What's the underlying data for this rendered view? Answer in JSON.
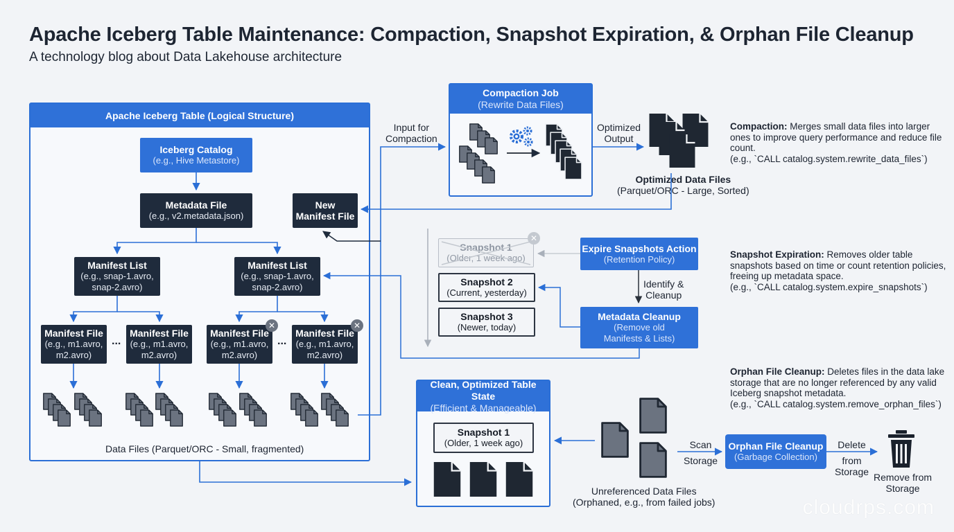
{
  "header": {
    "title": "Apache Iceberg Table Maintenance: Compaction, Snapshot Expiration, & Orphan File Cleanup",
    "subtitle": "A technology blog about Data Lakehouse architecture"
  },
  "logical_panel": {
    "title": "Apache Iceberg Table (Logical Structure)",
    "catalog": {
      "title": "Iceberg Catalog",
      "detail": "(e.g., Hive Metastore)"
    },
    "metadata_file": {
      "title": "Metadata File",
      "detail": "(e.g., v2.metadata.json)"
    },
    "new_manifest": {
      "line1": "New",
      "line2": "Manifest File"
    },
    "manifest_lists": [
      {
        "title": "Manifest List",
        "detail1": "(e.g., snap-1.avro,",
        "detail2": "snap-2.avro)"
      },
      {
        "title": "Manifest List",
        "detail1": "(e.g., snap-1.avro,",
        "detail2": "snap-2.avro)"
      }
    ],
    "manifest_files": [
      {
        "title": "Manifest File",
        "detail1": "(e.g., m1.avro,",
        "detail2": "m2.avro)"
      },
      {
        "title": "Manifest File",
        "detail1": "(e.g., m1.avro,",
        "detail2": "m2.avro)"
      },
      {
        "title": "Manifest File",
        "detail1": "(e.g., m1.avro,",
        "detail2": "m2.avro)"
      },
      {
        "title": "Manifest File",
        "detail1": "(e.g., m1.avro,",
        "detail2": "m2.avro)"
      }
    ],
    "ellipsis": "...",
    "data_files_label": "Data Files (Parquet/ORC - Small, fragmented)"
  },
  "compaction": {
    "job_title": "Compaction Job",
    "job_detail": "(Rewrite Data Files)",
    "input_label_1": "Input for",
    "input_label_2": "Compaction",
    "output_label_1": "Optimized",
    "output_label_2": "Output",
    "optimized_title": "Optimized Data Files",
    "optimized_detail": "(Parquet/ORC - Large, Sorted)",
    "desc_head": "Compaction:",
    "desc_body": "Merges small data files into larger ones to improve query performance and reduce file count.",
    "desc_code": "(e.g., `CALL catalog.system.rewrite_data_files`)"
  },
  "snapshots": {
    "items": [
      {
        "title": "Snapshot 1",
        "detail": "(Older, 1 week ago)"
      },
      {
        "title": "Snapshot 2",
        "detail": "(Current, yesterday)"
      },
      {
        "title": "Snapshot 3",
        "detail": "(Newer, today)"
      }
    ],
    "expire_title": "Expire Snapshots Action",
    "expire_detail": "(Retention Policy)",
    "identify_1": "Identify &",
    "identify_2": "Cleanup",
    "cleanup_title": "Metadata Cleanup",
    "cleanup_detail1": "(Remove old",
    "cleanup_detail2": "Manifests & Lists)",
    "desc_head": "Snapshot Expiration:",
    "desc_body": "Removes older table snapshots based on time or count retention policies, freeing up metadata space.",
    "desc_code": "(e.g., `CALL catalog.system.expire_snapshots`)"
  },
  "clean_state": {
    "title": "Clean, Optimized Table State",
    "detail": "(Efficient & Manageable)",
    "snapshot_title": "Snapshot 1",
    "snapshot_detail": "(Older, 1 week ago)"
  },
  "orphan": {
    "unref_1": "Unreferenced Data Files",
    "unref_2": "(Orphaned, e.g., from failed jobs)",
    "scan_1": "Scan",
    "scan_2": "Storage",
    "cleanup_title": "Orphan File Cleanup",
    "cleanup_detail": "(Garbage Collection)",
    "delete_1": "Delete",
    "delete_2": "from",
    "delete_3": "Storage",
    "remove_1": "Remove from",
    "remove_2": "Storage",
    "desc_head": "Orphan File Cleanup:",
    "desc_body": "Deletes files in the data lake storage that are no longer referenced by any valid Iceberg snapshot metadata.",
    "desc_code": "(e.g., `CALL catalog.system.remove_orphan_files`)"
  },
  "watermark": "cloudrps.com",
  "icons": {
    "file": "file-icon",
    "gear": "gear-icon",
    "trash": "trash-icon",
    "close": "close-icon"
  },
  "colors": {
    "accent_blue": "#2f71d8",
    "dark_navy": "#1f2b3c",
    "file_gray": "#6b7380",
    "background": "#f2f4f7"
  }
}
